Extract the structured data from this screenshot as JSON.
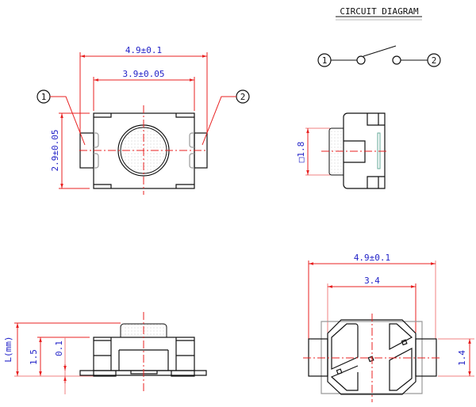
{
  "circuit": {
    "title": "CIRCUIT DIAGRAM",
    "pin1": "1",
    "pin2": "2"
  },
  "top_view": {
    "width_overall": "4.9±0.1",
    "width_body": "3.9±0.05",
    "height": "2.9±0.05",
    "pin1": "1",
    "pin2": "2"
  },
  "side_view_right": {
    "knob_size": "□1.8"
  },
  "side_view_bottom": {
    "total_height": "L(mm)",
    "body_height": "1.5",
    "standoff": "0.1"
  },
  "bottom_view": {
    "width_overall": "4.9±0.1",
    "pad_spacing": "3.4",
    "pad_height": "1.4"
  },
  "colors": {
    "dimension_text": "#2323c8",
    "dimension_line": "#e82020",
    "outline": "#111111"
  }
}
